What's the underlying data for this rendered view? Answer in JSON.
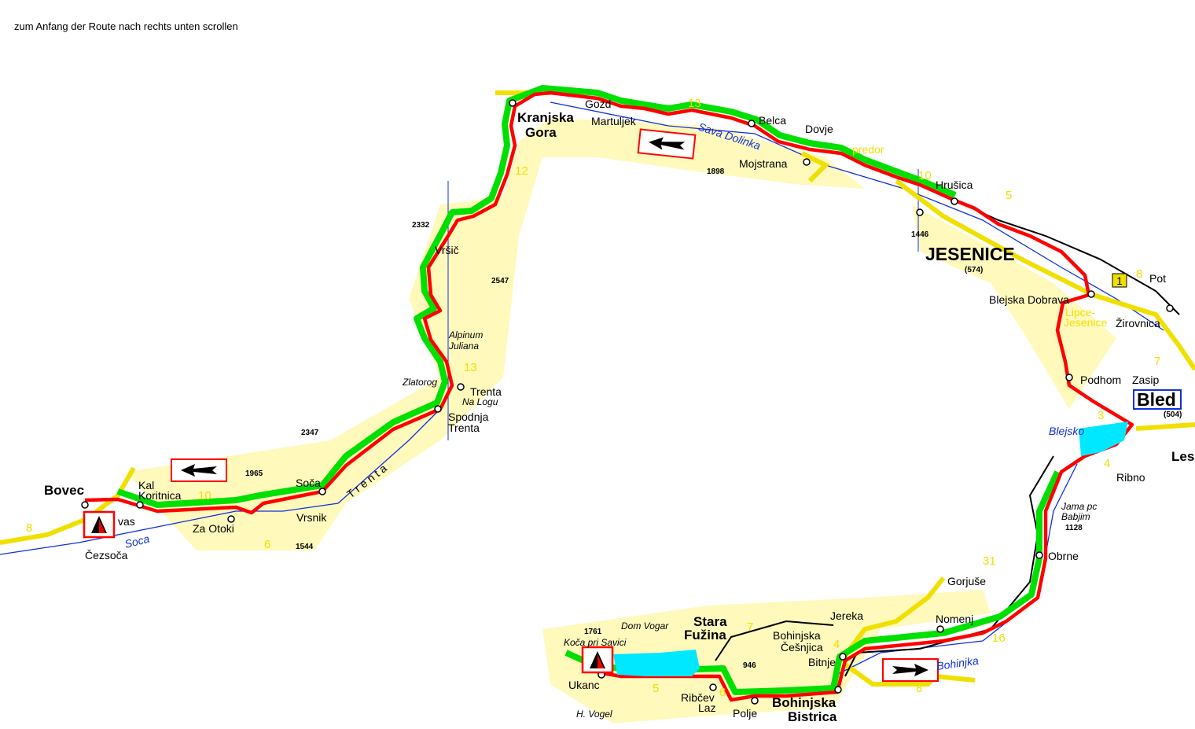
{
  "hint": "zum Anfang der Route nach rechts unten scrollen",
  "colors": {
    "route": "#ff0000",
    "cycle": "#00e000",
    "road": "#f0e000",
    "water": "#00e8ff",
    "river": "#1030e0",
    "frame": "#ff0000"
  },
  "places": {
    "bovec": "Bovec",
    "kal_koritnica_1": "Kal",
    "kal_koritnica_2": "Koritnica",
    "vas": "vas",
    "cezsoca": "Čezsoča",
    "za_otoki": "Za Otoki",
    "soca": "Soča",
    "vrsnik": "Vrsnik",
    "spodnja_trenta_1": "Spodnja",
    "spodnja_trenta_2": "Trenta",
    "trenta": "Trenta",
    "na_logu": "Na Logu",
    "zlatorog": "Zlatorog",
    "alpinum_1": "Alpinum",
    "alpinum_2": "Juliana",
    "vrsic": "Vršič",
    "kranjska_1": "Kranjska",
    "kranjska_2": "Gora",
    "gozd": "Gozd",
    "martuljek": "Martuljek",
    "belca": "Belca",
    "dovje": "Dovje",
    "mojstrana": "Mojstrana",
    "predor": "predor",
    "hrusica": "Hrušica",
    "jesenice": "JESENICE",
    "jesenice_alt": "(574)",
    "blejska_dobrava": "Blejska Dobrava",
    "pot": "Pot",
    "zirovnica": "Žirovnica",
    "lipce_1": "Lipce-",
    "lipce_2": "Jesenice",
    "podhom": "Podhom",
    "zasip": "Zasip",
    "bled": "Bled",
    "bled_alt": "(504)",
    "blejsko": "Blejsko",
    "lesce": "Les",
    "ribno": "Ribno",
    "jama_1": "Jama pc",
    "jama_2": "Babjim",
    "obrne": "Obrne",
    "gorjuse": "Gorjuše",
    "nomenj": "Nomenj",
    "jereka": "Jereka",
    "bohinjska_cesnjica_1": "Bohinjska",
    "bohinjska_cesnjica_2": "Češnjica",
    "bitnje": "Bitnje",
    "bohinjska_bistrica_1": "Bohinjska",
    "bohinjska_bistrica_2": "Bistrica",
    "polje": "Polje",
    "ribcev_1": "Ribčev",
    "ribcev_2": "Laz",
    "stara_1": "Stara",
    "stara_2": "Fužina",
    "dom_vogar": "Dom Vogar",
    "koca": "Koča pri Savici",
    "ukanc": "Ukanc",
    "vogel": "H. Vogel"
  },
  "rivers": {
    "soca": "Soca",
    "sava_dolinka": "Sava Dolinka",
    "bohinjka": "Bohinjka",
    "trenta": "T r e n t a"
  },
  "peaks": [
    "1965",
    "1544",
    "2347",
    "2332",
    "2547",
    "1898",
    "1446",
    "1128",
    "1761",
    "946"
  ],
  "road_numbers": [
    "8",
    "10",
    "12",
    "13",
    "13",
    "10",
    "5",
    "8",
    "7",
    "3",
    "4",
    "31",
    "16",
    "7",
    "4",
    "6",
    "5",
    "8",
    "6"
  ],
  "road_badge": "1",
  "icons": {
    "arrow_left": "arrow-left-icon",
    "arrow_right": "arrow-right-icon",
    "camp": "campsite-icon"
  }
}
